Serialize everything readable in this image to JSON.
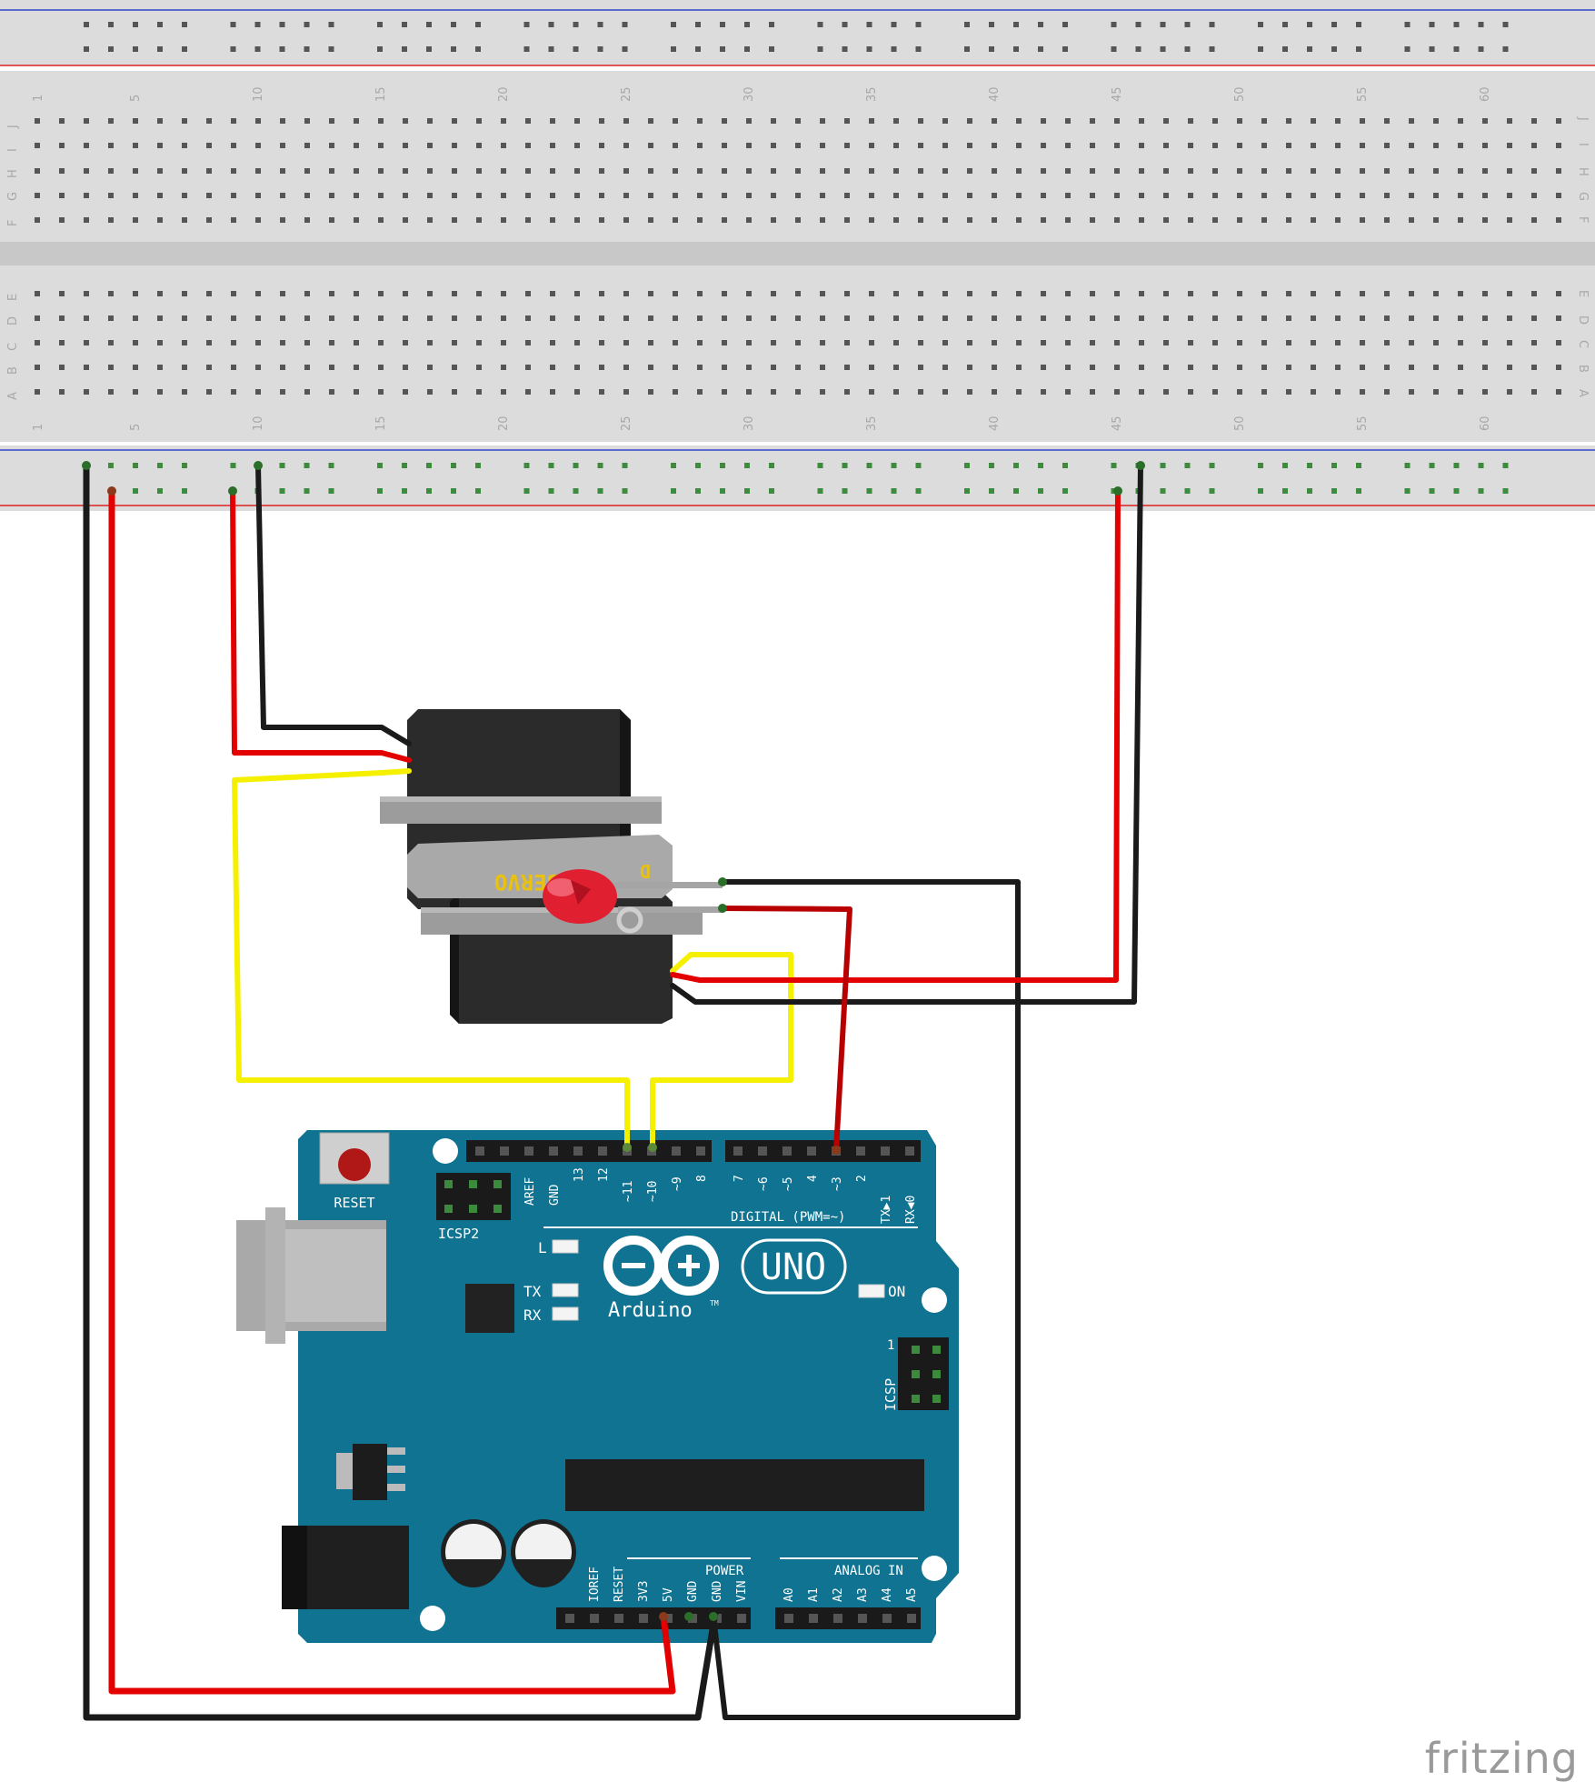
{
  "breadboard": {
    "row_letters_top": [
      "J",
      "I",
      "H",
      "G",
      "F"
    ],
    "row_letters_bottom": [
      "E",
      "D",
      "C",
      "B",
      "A"
    ],
    "column_numbers": [
      "1",
      "5",
      "10",
      "15",
      "20",
      "25",
      "30",
      "35",
      "40",
      "45",
      "50",
      "55",
      "60"
    ]
  },
  "servo": {
    "label": "SERVO",
    "letter": "D"
  },
  "arduino": {
    "reset_label": "RESET",
    "icsp2_label": "ICSP2",
    "icsp_label": "ICSP",
    "icsp_pin1": "1",
    "digital_header": [
      "AREF",
      "GND",
      "13",
      "12",
      "~11",
      "~10",
      "~9",
      "8",
      "7",
      "~6",
      "~5",
      "4",
      "~3",
      "2",
      "TX▶1",
      "RX◀0"
    ],
    "digital_label": "DIGITAL (PWM=~)",
    "led_l": "L",
    "led_tx": "TX",
    "led_rx": "RX",
    "led_on": "ON",
    "logo_text": "Arduino",
    "tm": "TM",
    "model": "UNO",
    "power_label": "POWER",
    "analog_label": "ANALOG IN",
    "power_header": [
      "IOREF",
      "RESET",
      "3V3",
      "5V",
      "GND",
      "GND",
      "VIN"
    ],
    "analog_header": [
      "A0",
      "A1",
      "A2",
      "A3",
      "A4",
      "A5"
    ]
  },
  "colors": {
    "board": "#0f7391",
    "wire_red": "#e30000",
    "wire_black": "#1a1a1a",
    "wire_yellow": "#f5f000",
    "breadboard": "#dcdcdc",
    "rail_blue": "#3344cc",
    "rail_red": "#dd2222"
  },
  "branding": {
    "text": "fritzing"
  }
}
